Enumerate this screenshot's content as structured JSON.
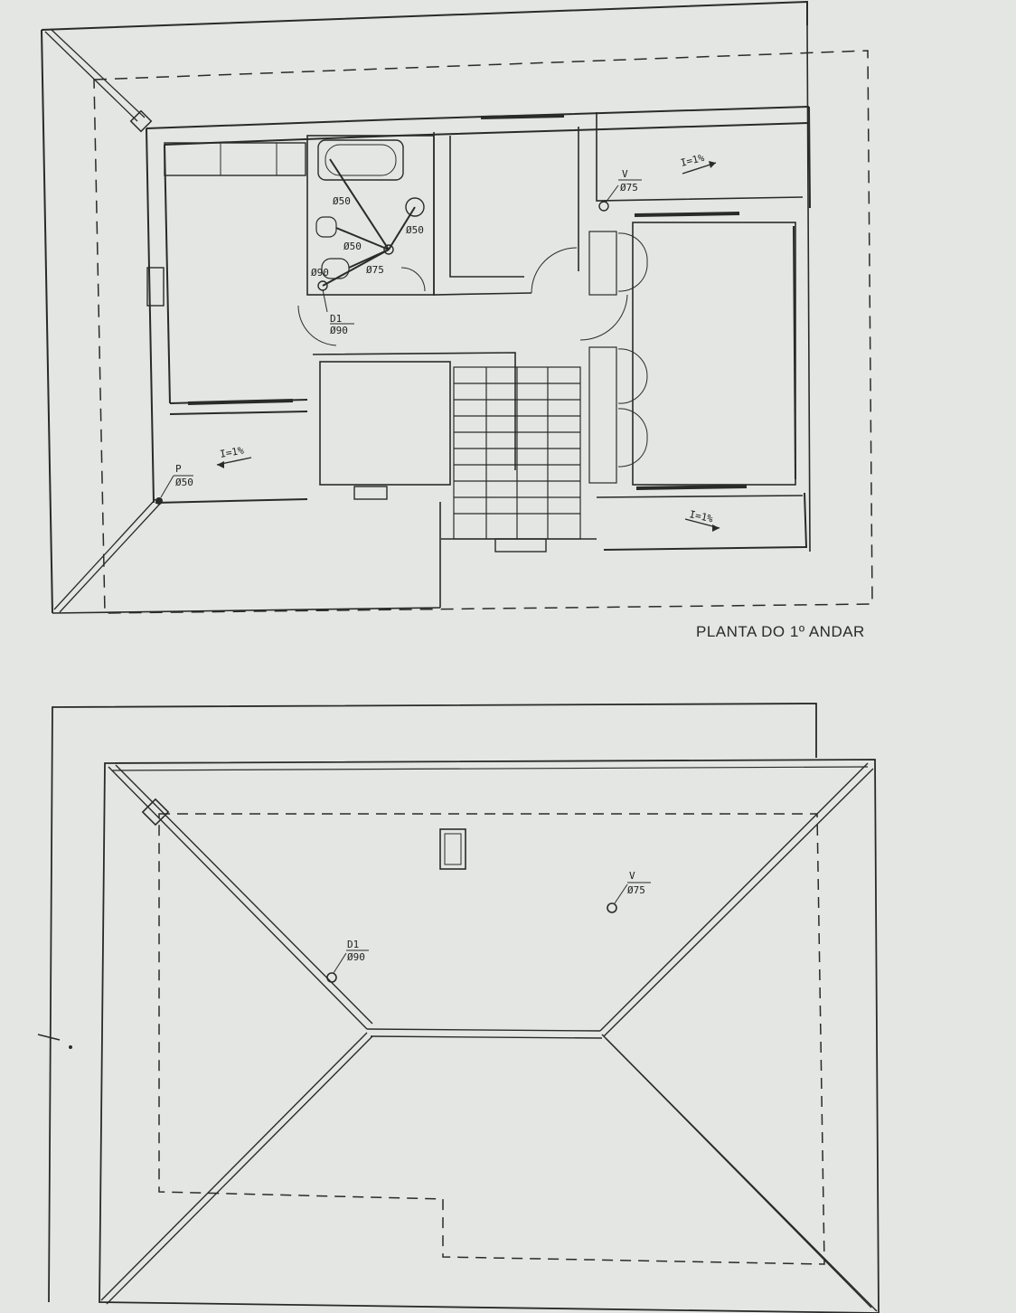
{
  "sheet": {
    "floor_plan_title": "PLANTA DO 1º ANDAR"
  },
  "floor_plan": {
    "labels": {
      "bath_pipe_1": "Ø50",
      "bath_pipe_2": "Ø50",
      "bath_pipe_3": "Ø50",
      "bath_pipe_4": "Ø90",
      "bath_pipe_5": "Ø75",
      "drain_d1_code": "D1",
      "drain_d1_diam": "Ø90",
      "vent_v_code": "V",
      "vent_v_diam": "Ø75",
      "drain_p_code": "P",
      "drain_p_diam": "Ø50",
      "slope_nw_terrace": "I=1%",
      "slope_ne_terrace": "I=1%",
      "slope_se_terrace": "I=1%"
    }
  },
  "roof_plan": {
    "labels": {
      "vent_v_code": "V",
      "vent_v_diam": "Ø75",
      "drain_d1_code": "D1",
      "drain_d1_diam": "Ø90"
    }
  }
}
